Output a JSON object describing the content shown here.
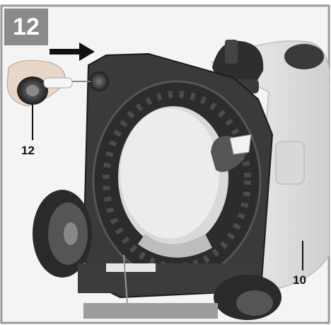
{
  "figure": {
    "step_number": "12",
    "callouts": [
      {
        "id": "12",
        "label": "12"
      },
      {
        "id": "10",
        "label": "10"
      }
    ],
    "colors": {
      "badge": "#8a8a8a",
      "frame": "#9a9a9a",
      "housing": "#e6e6e6",
      "plastic": "#3a3a3a"
    },
    "icons": [
      "arrow-right-icon"
    ]
  }
}
